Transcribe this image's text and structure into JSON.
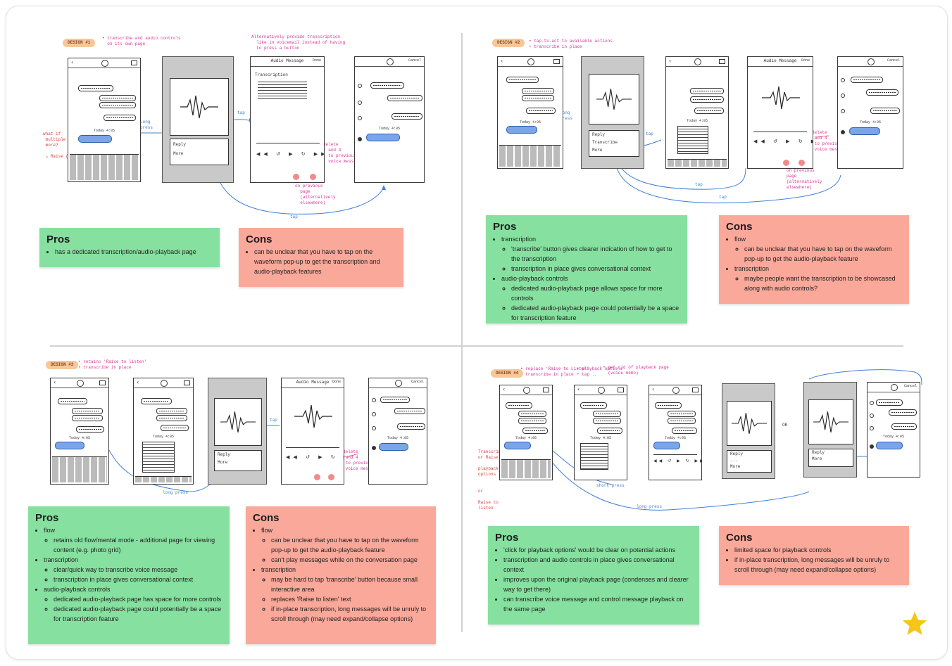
{
  "designs": [
    {
      "tag": "DESIGN #1",
      "note": "• transcribe and audio controls\n  on its own page",
      "pros": {
        "title": "Pros",
        "items": [
          "has a dedicated transcription/audio-playback page"
        ]
      },
      "cons": {
        "title": "Cons",
        "items": [
          "can be unclear that you have to tap on the waveform pop-up to get the transcription and audio-playback features"
        ]
      }
    },
    {
      "tag": "DESIGN #2",
      "note": "• tap-to-act to available actions\n• transcribe in place",
      "pros": {
        "title": "Pros",
        "groups": [
          {
            "label": "transcription",
            "items": [
              "'transcribe' button gives clearer indication of how to get to the transcription",
              "transcription in place gives conversational context"
            ]
          },
          {
            "label": "audio-playback controls",
            "items": [
              "dedicated audio-playback page allows space for more controls",
              "dedicated audio-playback page could potentially be a space for transcription feature"
            ]
          }
        ]
      },
      "cons": {
        "title": "Cons",
        "groups": [
          {
            "label": "flow",
            "items": [
              "can be unclear that you have to tap on the waveform pop-up to get the audio-playback feature"
            ]
          },
          {
            "label": "transcription",
            "items": [
              "maybe people want the transcription to be showcased along with audio controls?"
            ]
          }
        ]
      }
    },
    {
      "tag": "DESIGN #3",
      "note": "• retains 'Raise to listen'\n• transcribe in place",
      "pros": {
        "title": "Pros",
        "groups": [
          {
            "label": "flow",
            "items": [
              "retains old flow/mental mode - additional page for viewing content (e.g. photo grid)"
            ]
          },
          {
            "label": "transcription",
            "items": [
              "clear/quick way to transcribe voice message",
              "transcription in place gives conversational context"
            ]
          },
          {
            "label": "audio-playback controls",
            "items": [
              "dedicated audio-playback page has space for more controls",
              "dedicated audio-playback page could potentially be a space for transcription feature"
            ]
          }
        ]
      },
      "cons": {
        "title": "Cons",
        "groups": [
          {
            "label": "flow",
            "items": [
              "can be unclear that you have to tap on the waveform pop-up to get the audio-playback feature",
              "can't play messages while on the conversation page"
            ]
          },
          {
            "label": "transcription",
            "items": [
              "may be hard to tap 'transcribe' button because small interactive area",
              "replaces 'Raise to listen' text",
              "if in-place transcription, long messages will be unruly to scroll through (may need expand/collapse options)"
            ]
          }
        ]
      }
    },
    {
      "tag": "DESIGN #4",
      "note": "• replace 'Raise to Listen'\n  transcribe in place",
      "pros": {
        "title": "Pros",
        "items": [
          "'click for playback options' would be clear on potential actions",
          "transcription and audio controls in place gives conversational context",
          "improves upon the original playback page (condenses and clearer way to get there)",
          "can transcribe voice message and control message playback on the same page"
        ]
      },
      "cons": {
        "title": "Cons",
        "items": [
          "limited space for playback controls",
          "if in-place transcription, long messages will be unruly to scroll through (may need expand/collapse options)"
        ]
      }
    }
  ],
  "sketch": {
    "today": "Today 4:05",
    "audio_title": "Audio Message",
    "done": "Done",
    "cancel": "Cancel",
    "reply": "Reply",
    "more": "More",
    "transcribe": "Transcribe",
    "tap": "tap",
    "long_press": "long press",
    "transcription": "Transcription"
  },
  "colors": {
    "pros": "#86e09f",
    "cons": "#f9a89a",
    "tag": "#f7c79a",
    "arrow": "#3f7fd6",
    "annotation": "#d8339a",
    "star": "#f5c518"
  },
  "icons": [
    "star-icon",
    "back-arrow-icon",
    "avatar-icon",
    "camera-icon",
    "waveform-icon",
    "play-icon",
    "share-icon",
    "trash-icon"
  ]
}
